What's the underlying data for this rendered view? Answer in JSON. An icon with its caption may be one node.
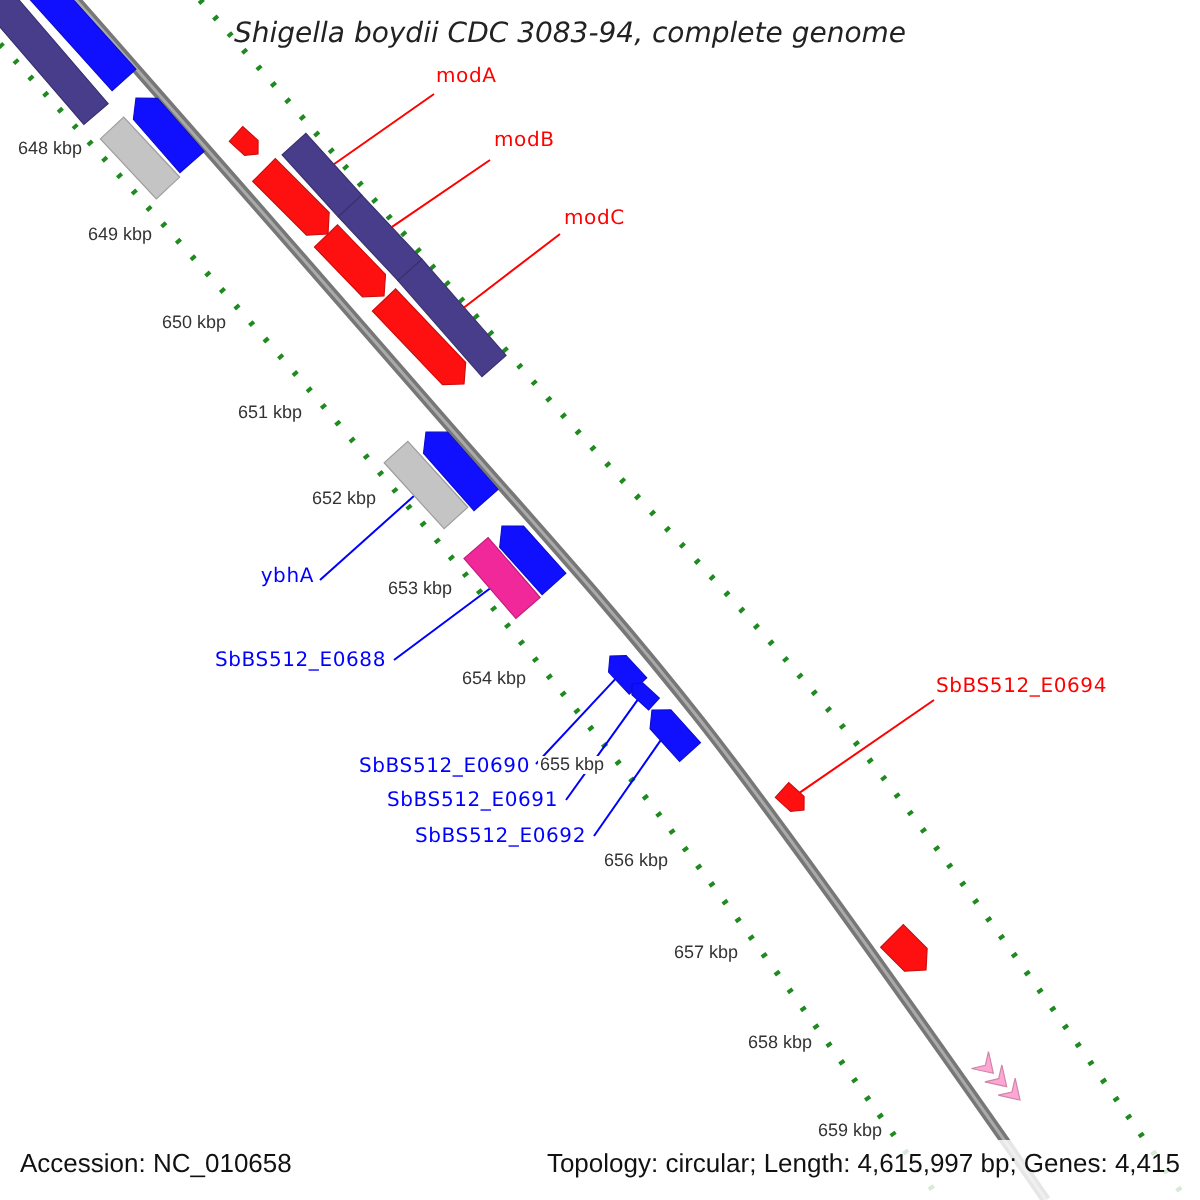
{
  "diagram": {
    "title": "Shigella boydii CDC 3083-94, complete genome",
    "nodes": [
      {
        "text": [],
        "shape": "bar"
      },
      {
        "text": [],
        "shape": "bar"
      },
      {
        "text": [
          "modA"
        ]
      },
      {
        "text": [],
        "shape": "arrow"
      },
      {
        "text": [],
        "shape": "bar"
      },
      {
        "text": [],
        "shape": "arrow"
      },
      {
        "text": [],
        "shape": "bar"
      },
      {
        "text": [
          "modB"
        ]
      },
      {
        "text": [],
        "shape": "arrow"
      },
      {
        "text": [],
        "shape": "bar"
      },
      {
        "text": [
          "modC"
        ]
      },
      {
        "text": [],
        "shape": "arrow"
      },
      {
        "text": [],
        "shape": "bar"
      },
      {
        "text": [],
        "shape": "arrow"
      },
      {
        "text": [],
        "shape": "arrow"
      },
      {
        "text": [],
        "shape": "bar"
      },
      {
        "text": [],
        "shape": "arrow"
      },
      {
        "text": [],
        "shape": "bar"
      },
      {
        "text": [
          "ybhA"
        ]
      },
      {
        "text": [
          "SbBS512_E0688"
        ]
      },
      {
        "text": [
          "SbBS512_E0694"
        ]
      },
      {
        "text": [],
        "shape": "arrow"
      },
      {
        "text": [],
        "shape": "arrow"
      },
      {
        "text": [],
        "shape": "arrow"
      },
      {
        "text": [
          "SbBS512_E0690"
        ]
      },
      {
        "text": [
          "SbBS512_E0691"
        ]
      },
      {
        "text": [
          "SbBS512_E0692"
        ]
      },
      {
        "text": [],
        "shape": "arrow"
      },
      {
        "text": [],
        "shape": "arrow"
      },
      {
        "text": [],
        "shape": "arrow"
      }
    ],
    "edges": [
      {
        "from": 2,
        "to": 6,
        "arrow": "none",
        "color": "#ff0000"
      },
      {
        "from": 7,
        "to": 9,
        "arrow": "none",
        "color": "#ff0000"
      },
      {
        "from": 10,
        "to": 12,
        "arrow": "none",
        "color": "#ff0000"
      },
      {
        "from": 18,
        "to": 15,
        "arrow": "none"
      },
      {
        "from": 19,
        "to": 17,
        "arrow": "none"
      },
      {
        "from": 24,
        "to": 21,
        "arrow": "none"
      },
      {
        "from": 25,
        "to": 22,
        "arrow": "none"
      },
      {
        "from": 26,
        "to": 23,
        "arrow": "none"
      },
      {
        "from": 20,
        "to": 27,
        "arrow": "none",
        "color": "#ff0000"
      }
    ],
    "labels": [
      "648 kbp",
      "649 kbp",
      "650 kbp",
      "651 kbp",
      "652 kbp",
      "653 kbp",
      "654 kbp",
      "655 kbp",
      "656 kbp",
      "657 kbp",
      "658 kbp",
      "659 kbp",
      "Accession: NC_010658",
      "Topology: circular; Length: 4,615,997 bp; Genes: 4,415"
    ]
  }
}
